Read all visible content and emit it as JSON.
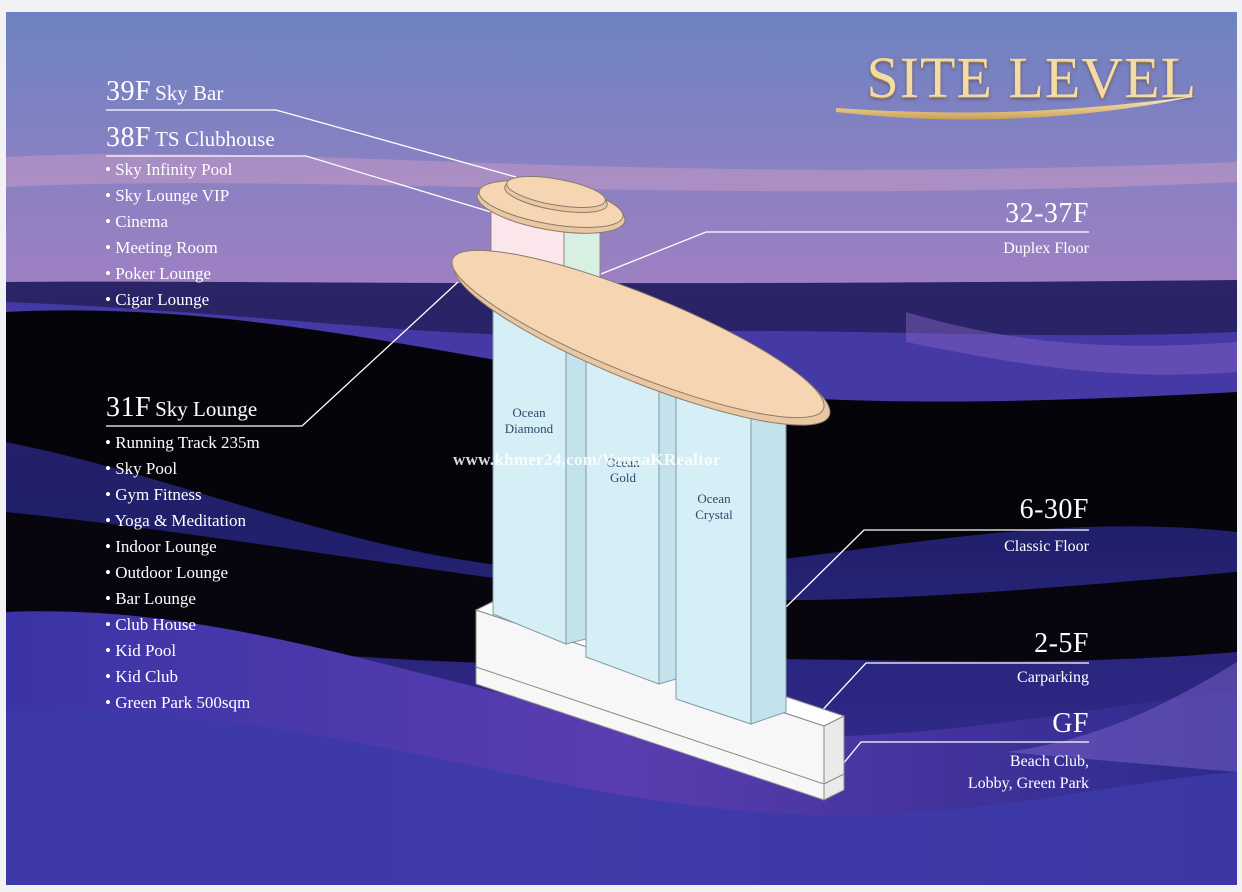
{
  "title": "SITE LEVEL",
  "watermark": "www.khmer24.com/VannaKRealtor",
  "left_levels": [
    {
      "floor": "39F",
      "name": "Sky Bar",
      "items": []
    },
    {
      "floor": "38F",
      "name": "TS Clubhouse",
      "items": [
        "• Sky Infinity Pool",
        "• Sky Lounge VIP",
        "• Cinema",
        "• Meeting Room",
        "• Poker Lounge",
        "• Cigar Lounge"
      ]
    },
    {
      "floor": "31F",
      "name": "Sky Lounge",
      "items": [
        "• Running Track 235m",
        "• Sky Pool",
        "• Gym Fitness",
        "• Yoga & Meditation",
        "• Indoor Lounge",
        "• Outdoor Lounge",
        "• Bar Lounge",
        "• Club House",
        "• Kid Pool",
        "• Kid Club",
        "• Green Park 500sqm"
      ]
    }
  ],
  "right_levels": [
    {
      "floor": "32-37F",
      "desc": "Duplex Floor"
    },
    {
      "floor": "6-30F",
      "desc": "Classic Floor"
    },
    {
      "floor": "2-5F",
      "desc": "Carparking"
    },
    {
      "floor": "GF",
      "desc_lines": [
        "Beach Club,",
        "Lobby, Green Park"
      ]
    }
  ],
  "towers": [
    {
      "lines": [
        "Ocean",
        "Diamond"
      ]
    },
    {
      "lines": [
        "Ocean",
        "Gold"
      ]
    },
    {
      "lines": [
        "Ocean",
        "Crystal"
      ]
    }
  ],
  "colors": {
    "sky_top": "#6f86c4",
    "sky_mid": "#c27ec0",
    "sky_horizon": "#d88bb6",
    "sea_dark": "#05040a",
    "wave_purple": "#3a2c9a",
    "deck": "#f6d6b2",
    "tower": "#d6eef5",
    "clubhouse_pink": "#fbe6ec",
    "clubhouse_green": "#d7f0e2",
    "podium": "#fbfbfb",
    "title_gold": "#f3dca4"
  }
}
